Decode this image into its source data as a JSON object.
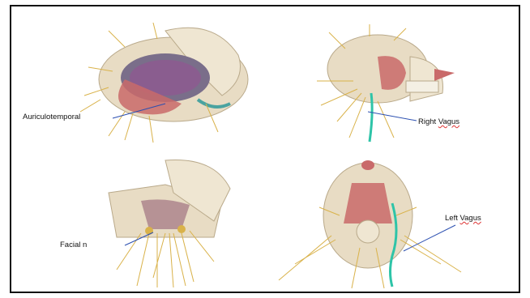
{
  "labels": {
    "top_left": "Auriculotemporal",
    "top_right_prefix": "Right ",
    "top_right_word": "Vagus",
    "bottom_left": "Facial n",
    "bottom_right_prefix": "Left ",
    "bottom_right_word": "Vagus"
  },
  "colors": {
    "nerve": "#d9b24a",
    "vagus_highlight": "#2ec4a8",
    "pointer_line": "#2b4fb0",
    "skull": "#e8dcc4",
    "muscle": "#c96a6a",
    "spell_underline": "#d33"
  }
}
